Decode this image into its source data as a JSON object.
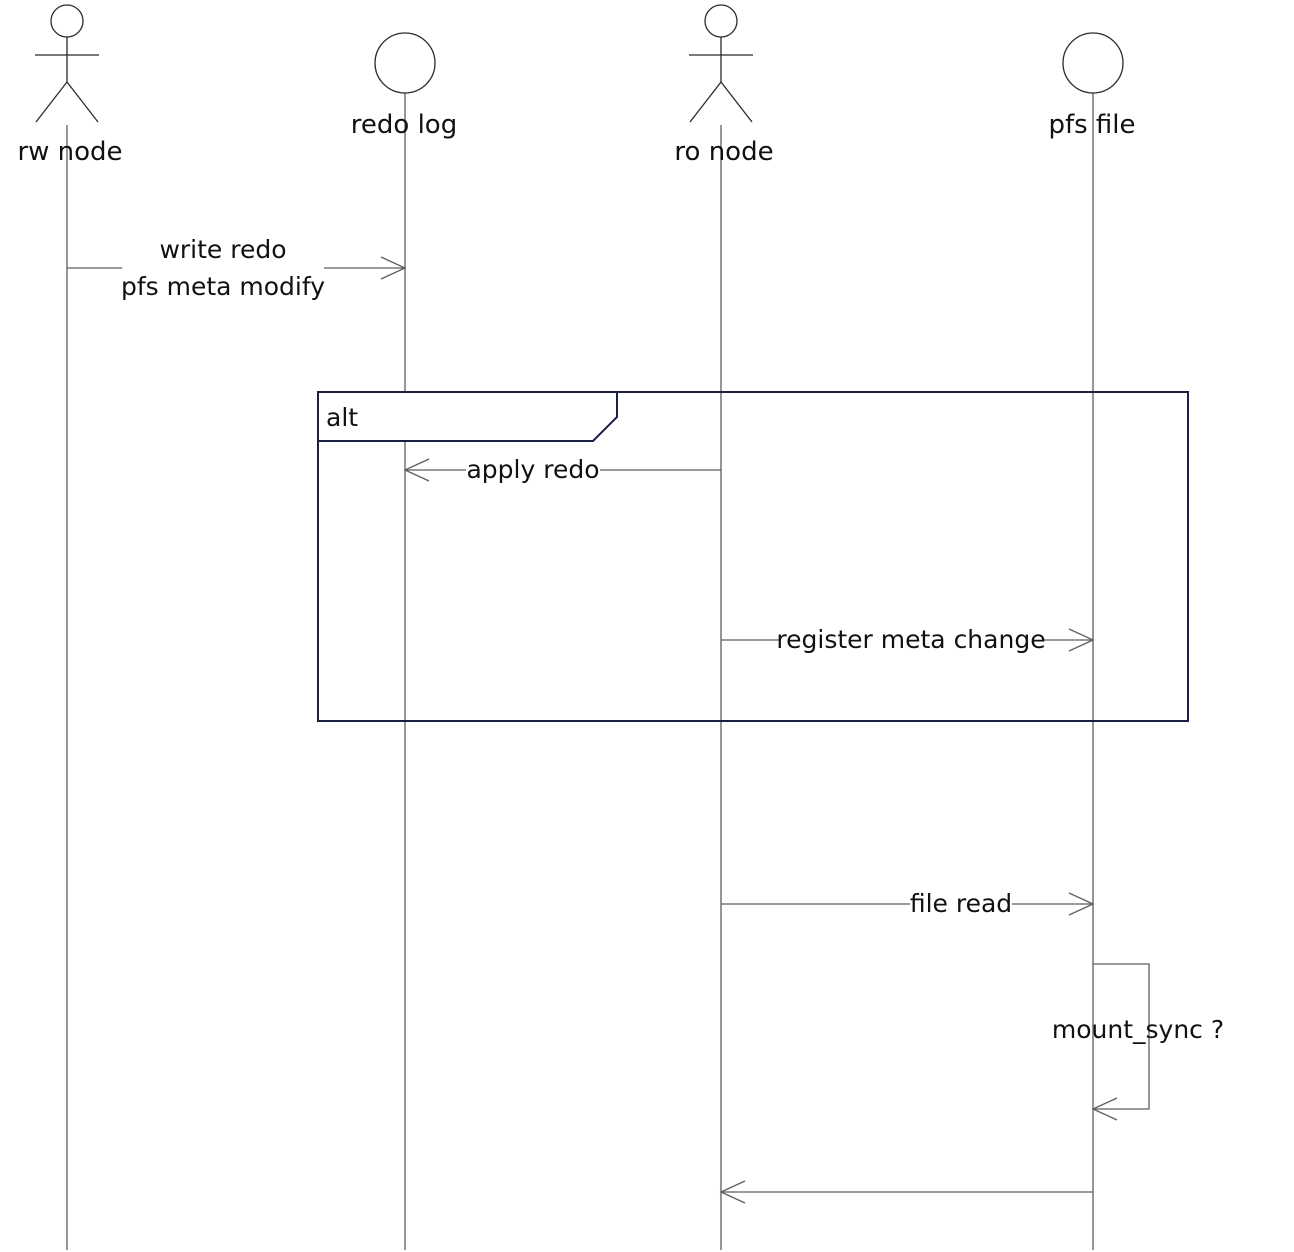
{
  "participants": [
    {
      "id": "rw",
      "label": "rw node",
      "shape": "actor",
      "color": "#2b2b2b"
    },
    {
      "id": "redo",
      "label": "redo log",
      "shape": "entity",
      "color": "#2b2b2b"
    },
    {
      "id": "ro",
      "label": "ro node",
      "shape": "actor",
      "color": "#2b2b2b"
    },
    {
      "id": "pfs",
      "label": "pfs file",
      "shape": "entity",
      "color": "#2b2b2b"
    }
  ],
  "messages": [
    {
      "id": "write-redo",
      "from": "rw",
      "to": "redo",
      "lines": [
        "write redo",
        "pfs meta modify"
      ],
      "style": "open-arrow"
    },
    {
      "id": "apply-redo",
      "from": "ro",
      "to": "redo",
      "lines": [
        "apply redo"
      ],
      "style": "open-arrow"
    },
    {
      "id": "register-meta-change",
      "from": "ro",
      "to": "pfs",
      "lines": [
        "register meta change"
      ],
      "style": "open-arrow"
    },
    {
      "id": "file-read",
      "from": "ro",
      "to": "pfs",
      "lines": [
        "file read"
      ],
      "style": "open-arrow"
    },
    {
      "id": "mount-sync",
      "from": "pfs",
      "to": "pfs",
      "lines": [
        "mount_sync ?"
      ],
      "style": "self-open-arrow"
    },
    {
      "id": "return",
      "from": "pfs",
      "to": "ro",
      "lines": [],
      "style": "open-arrow"
    }
  ],
  "fragments": [
    {
      "id": "alt-fragment",
      "label": "alt",
      "covers": [
        "redo",
        "ro",
        "pfs"
      ],
      "border_color": "#1b1f44"
    }
  ],
  "colors": {
    "lifeline": "#5e5e5e",
    "frame": "#1b1f44",
    "text": "#111111"
  }
}
